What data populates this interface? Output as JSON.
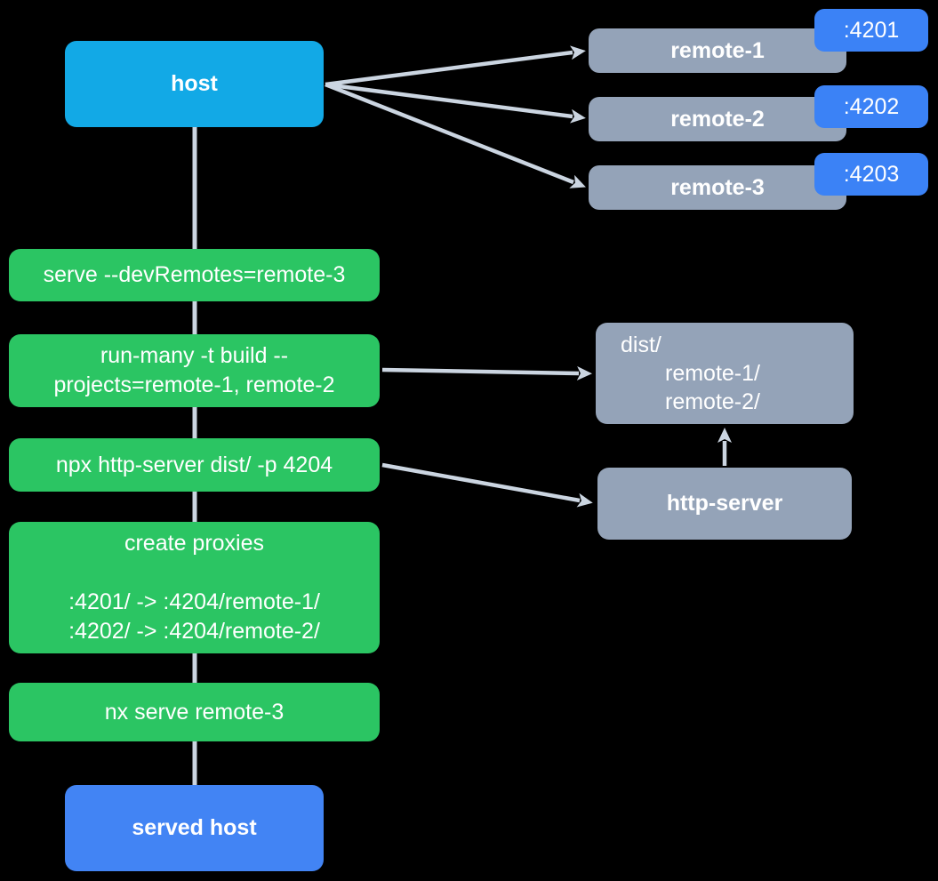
{
  "colors": {
    "host_box": "#12a9e6",
    "served_host_box": "#4284f4",
    "command_box": "#2bc563",
    "remote_box": "#94a3b8",
    "port_tag": "#3b82f6",
    "arrow": "#cbd5e1",
    "text": "#ffffff",
    "background": "#000000"
  },
  "host": {
    "label": "host"
  },
  "served_host": {
    "label": "served host"
  },
  "remotes": [
    {
      "label": "remote-1",
      "port": ":4201"
    },
    {
      "label": "remote-2",
      "port": ":4202"
    },
    {
      "label": "remote-3",
      "port": ":4203"
    }
  ],
  "commands": [
    {
      "lines": [
        "serve --devRemotes=remote-3"
      ]
    },
    {
      "lines": [
        "run-many -t build --",
        "projects=remote-1, remote-2"
      ]
    },
    {
      "lines": [
        "npx http-server dist/ -p 4204"
      ]
    },
    {
      "lines": [
        "create proxies",
        "",
        ":4201/ -> :4204/remote-1/",
        ":4202/ -> :4204/remote-2/"
      ]
    },
    {
      "lines": [
        "nx serve remote-3"
      ]
    }
  ],
  "dist": {
    "lines": [
      "dist/",
      "remote-1/",
      "remote-2/"
    ]
  },
  "http_server": {
    "label": "http-server"
  }
}
